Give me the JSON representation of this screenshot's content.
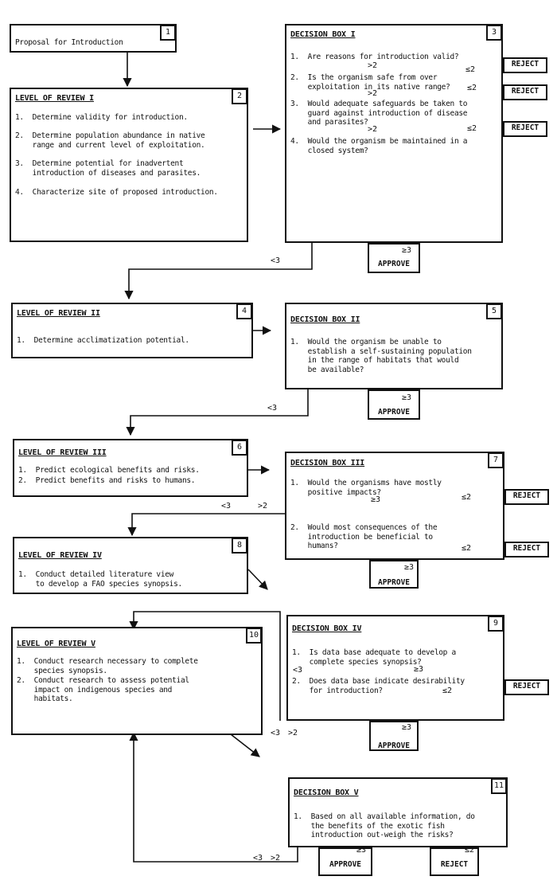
{
  "proposal": {
    "label": "Proposal for Introduction",
    "num": "1"
  },
  "review1": {
    "num": "2",
    "title": "LEVEL OF REVIEW I",
    "items": [
      "1.  Determine validity for introduction.",
      "2.  Determine population abundance in native\n    range and current level of exploitation.",
      "3.  Determine potential for inadvertent\n    introduction of diseases and parasites.",
      "4.  Characterize site of proposed introduction."
    ]
  },
  "decision1": {
    "num": "3",
    "title": "DECISION BOX I",
    "items": [
      "1.  Are reasons for introduction valid?",
      "2.  Is the organism safe from over\n    exploitation in its native range?",
      "3.  Would adequate safeguards be taken to\n    guard against introduction of disease\n    and parasites?",
      "4.  Would the organism be maintained in a\n    closed system?"
    ]
  },
  "review2": {
    "num": "4",
    "title": "LEVEL OF REVIEW II",
    "items": [
      "1.  Determine acclimatization potential."
    ]
  },
  "decision2": {
    "num": "5",
    "title": "DECISION BOX II",
    "items": [
      "1.  Would the organism be unable to\n    establish a self-sustaining population\n    in the range of habitats that would\n    be available?"
    ]
  },
  "review3": {
    "num": "6",
    "title": "LEVEL OF REVIEW III",
    "items": [
      "1.  Predict ecological benefits and risks.",
      "2.  Predict benefits and risks to humans."
    ]
  },
  "decision3": {
    "num": "7",
    "title": "DECISION BOX III",
    "items": [
      "1.  Would the organisms have mostly\n    positive impacts?",
      "2.  Would most consequences of the\n    introduction be beneficial to\n    humans?"
    ]
  },
  "review4": {
    "num": "8",
    "title": "LEVEL OF REVIEW IV",
    "items": [
      "1.  Conduct detailed literature view\n    to develop a FAO species synopsis."
    ]
  },
  "decision4": {
    "num": "9",
    "title": "DECISION BOX IV",
    "items": [
      "1.  Is data base adequate to develop a\n    complete species synopsis?",
      "2.  Does data base indicate desirability\n    for introduction?"
    ]
  },
  "review5": {
    "num": "10",
    "title": "LEVEL OF REVIEW V",
    "items": [
      "1.  Conduct research necessary to complete\n    species synopsis.",
      "2.  Conduct research to assess potential\n    impact on indigenous species and\n    habitats."
    ]
  },
  "decision5": {
    "num": "11",
    "title": "DECISION BOX V",
    "items": [
      "1.  Based on all available information, do\n    the benefits of the exotic fish\n    introduction out-weigh the risks?"
    ]
  },
  "labels": {
    "reject": "REJECT",
    "approve": "APPROVE",
    "le2": "≤2",
    "gt2": ">2",
    "ge3": "≥3",
    "lt3": "<3"
  }
}
